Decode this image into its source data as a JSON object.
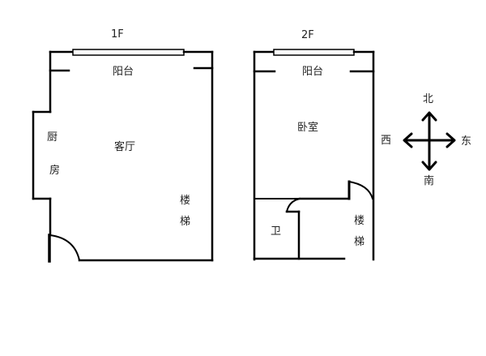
{
  "floors": [
    {
      "id": "1F",
      "label": "1F",
      "rooms": {
        "balcony": "阳台",
        "living_room": "客厅",
        "kitchen_1": "厨",
        "kitchen_2": "房",
        "stairs_1": "楼",
        "stairs_2": "梯"
      }
    },
    {
      "id": "2F",
      "label": "2F",
      "rooms": {
        "balcony": "阳台",
        "bedroom": "卧室",
        "bathroom": "卫",
        "stairs_1": "楼",
        "stairs_2": "梯"
      }
    }
  ],
  "compass": {
    "north": "北",
    "south": "南",
    "east": "东",
    "west": "西"
  },
  "colors": {
    "wall": "#000000",
    "background": "#ffffff",
    "text": "#222222"
  }
}
